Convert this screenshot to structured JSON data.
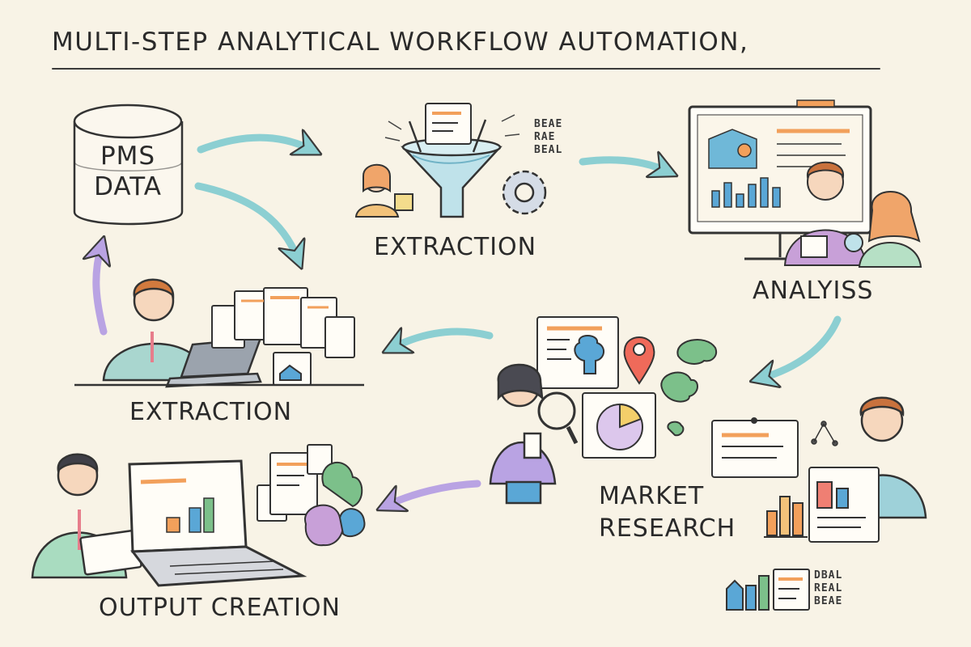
{
  "title": "MULTI-STEP ANALYTICAL WORKFLOW AUTOMATION,",
  "source": {
    "line1": "PMS",
    "line2": "DATA"
  },
  "steps": {
    "extraction_top": "EXTRACTION",
    "analysis": "ANALYISS",
    "extraction_mid": "EXTRACTION",
    "market_research_line1": "MARKET",
    "market_research_line2": "RESEARCH",
    "output_creation": "OUTPUT CREATION"
  },
  "tags": {
    "top": [
      "BEAE",
      "RAE",
      "BEAL"
    ],
    "bottom": [
      "DBAL",
      "REAL",
      "BEAE"
    ]
  },
  "colors": {
    "background": "#f8f3e6",
    "arrow_teal": "#8ccfd2",
    "arrow_purple": "#b9a3e3",
    "accent_orange": "#f2a05b",
    "accent_blue": "#5aa7d6",
    "accent_green": "#7cc08a"
  }
}
